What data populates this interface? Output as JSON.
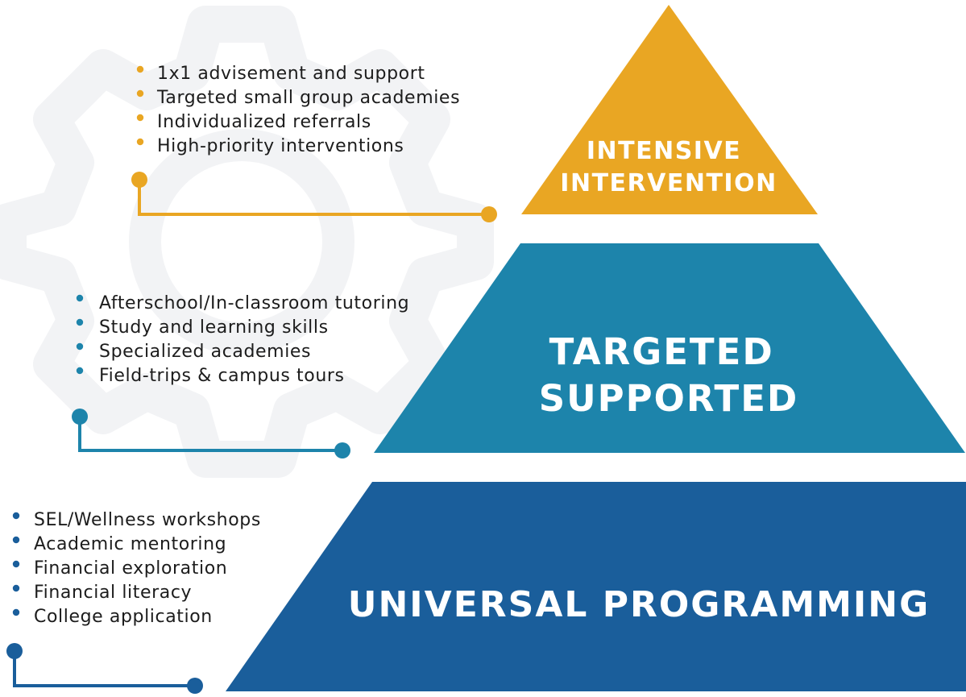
{
  "colors": {
    "intensive": "#E9A623",
    "targeted": "#1D84AB",
    "universal": "#1A5E9B",
    "gear_watermark": "#F2F3F5",
    "text": "#1c1c1c",
    "title_text": "#ffffff"
  },
  "icons": {
    "watermark": "gear-icon",
    "bullet": "dot-bullet-icon",
    "connector_end": "circle-node-icon"
  },
  "tiers": {
    "intensive": {
      "title_lines": [
        "INTENSIVE",
        "INTERVENTION"
      ],
      "items": [
        "1x1 advisement and support",
        "Targeted small group academies",
        "Individualized referrals",
        "High-priority interventions"
      ]
    },
    "targeted": {
      "title_lines": [
        "TARGETED",
        "SUPPORTED"
      ],
      "items": [
        "Afterschool/In-classroom tutoring",
        "Study and learning skills",
        "Specialized academies",
        "Field-trips & campus tours"
      ]
    },
    "universal": {
      "title_lines": [
        "UNIVERSAL PROGRAMMING"
      ],
      "items": [
        "SEL/Wellness workshops",
        "Academic mentoring",
        "Financial exploration",
        "Financial literacy",
        "College application"
      ]
    }
  }
}
